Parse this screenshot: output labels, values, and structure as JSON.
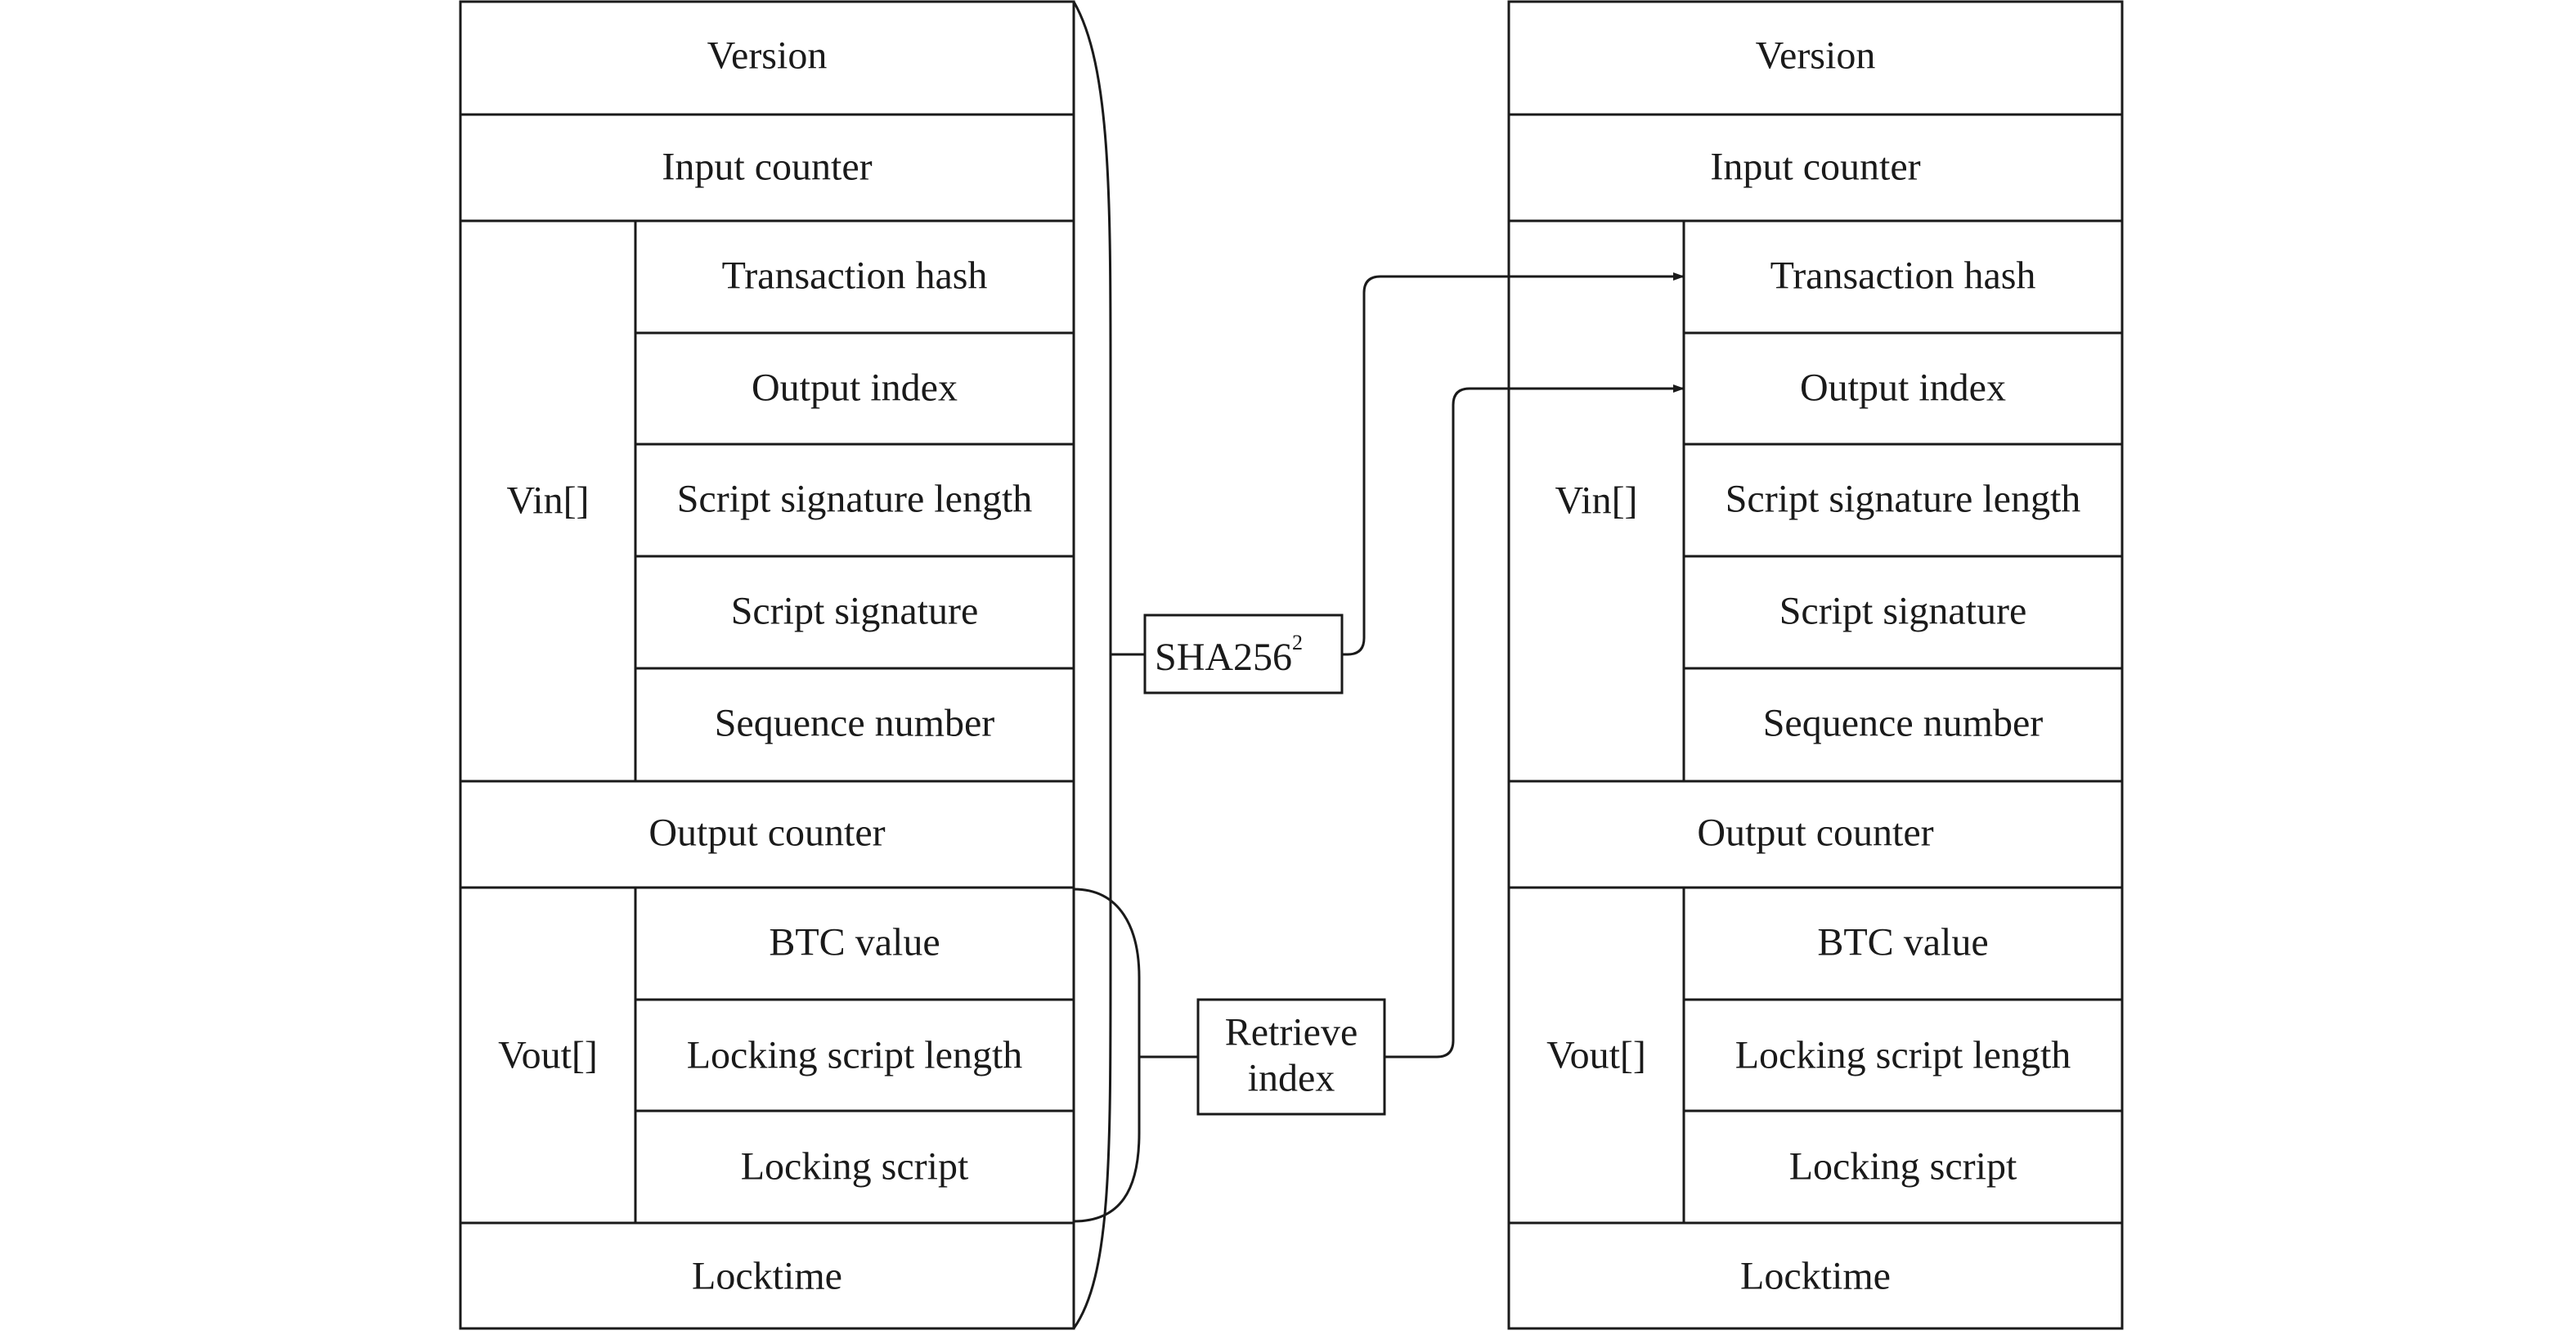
{
  "left_tx": {
    "version": "Version",
    "input_counter": "Input counter",
    "vin_label": "Vin[]",
    "vin_fields": [
      "Transaction hash",
      "Output index",
      "Script signature length",
      "Script signature",
      "Sequence number"
    ],
    "output_counter": "Output counter",
    "vout_label": "Vout[]",
    "vout_fields": [
      "BTC value",
      "Locking script length",
      "Locking script"
    ],
    "locktime": "Locktime"
  },
  "right_tx": {
    "version": "Version",
    "input_counter": "Input counter",
    "vin_label": "Vin[]",
    "vin_fields": [
      "Transaction hash",
      "Output index",
      "Script signature length",
      "Script signature",
      "Sequence number"
    ],
    "output_counter": "Output counter",
    "vout_label": "Vout[]",
    "vout_fields": [
      "BTC value",
      "Locking script length",
      "Locking script"
    ],
    "locktime": "Locktime"
  },
  "ops": {
    "sha_label": "SHA256",
    "sha_superscript": "2",
    "retrieve_line1": "Retrieve",
    "retrieve_line2": "index"
  }
}
